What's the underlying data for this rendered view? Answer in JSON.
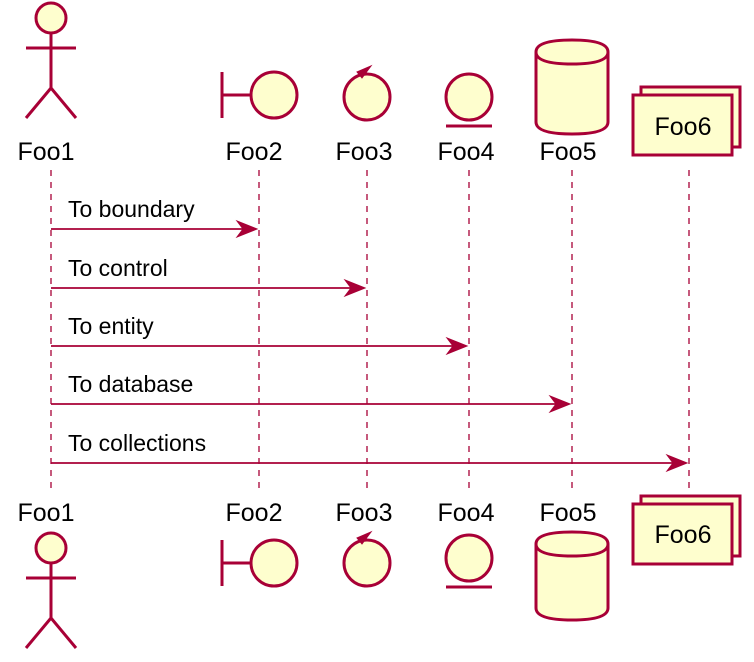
{
  "diagram": {
    "type": "sequence",
    "colors": {
      "line": "#A80036",
      "fill": "#FEFECE",
      "text": "#000000",
      "background": "#FFFFFF"
    },
    "participants": [
      {
        "id": "p1",
        "name": "Foo1",
        "kind": "actor",
        "icon": "actor-icon"
      },
      {
        "id": "p2",
        "name": "Foo2",
        "kind": "boundary",
        "icon": "boundary-icon"
      },
      {
        "id": "p3",
        "name": "Foo3",
        "kind": "control",
        "icon": "control-icon"
      },
      {
        "id": "p4",
        "name": "Foo4",
        "kind": "entity",
        "icon": "entity-icon"
      },
      {
        "id": "p5",
        "name": "Foo5",
        "kind": "database",
        "icon": "database-icon"
      },
      {
        "id": "p6",
        "name": "Foo6",
        "kind": "collections",
        "icon": "collections-icon"
      }
    ],
    "messages": [
      {
        "from": "Foo1",
        "to": "Foo2",
        "label": "To boundary"
      },
      {
        "from": "Foo1",
        "to": "Foo3",
        "label": "To control"
      },
      {
        "from": "Foo1",
        "to": "Foo4",
        "label": "To entity"
      },
      {
        "from": "Foo1",
        "to": "Foo5",
        "label": "To database"
      },
      {
        "from": "Foo1",
        "to": "Foo6",
        "label": "To collections"
      }
    ]
  }
}
